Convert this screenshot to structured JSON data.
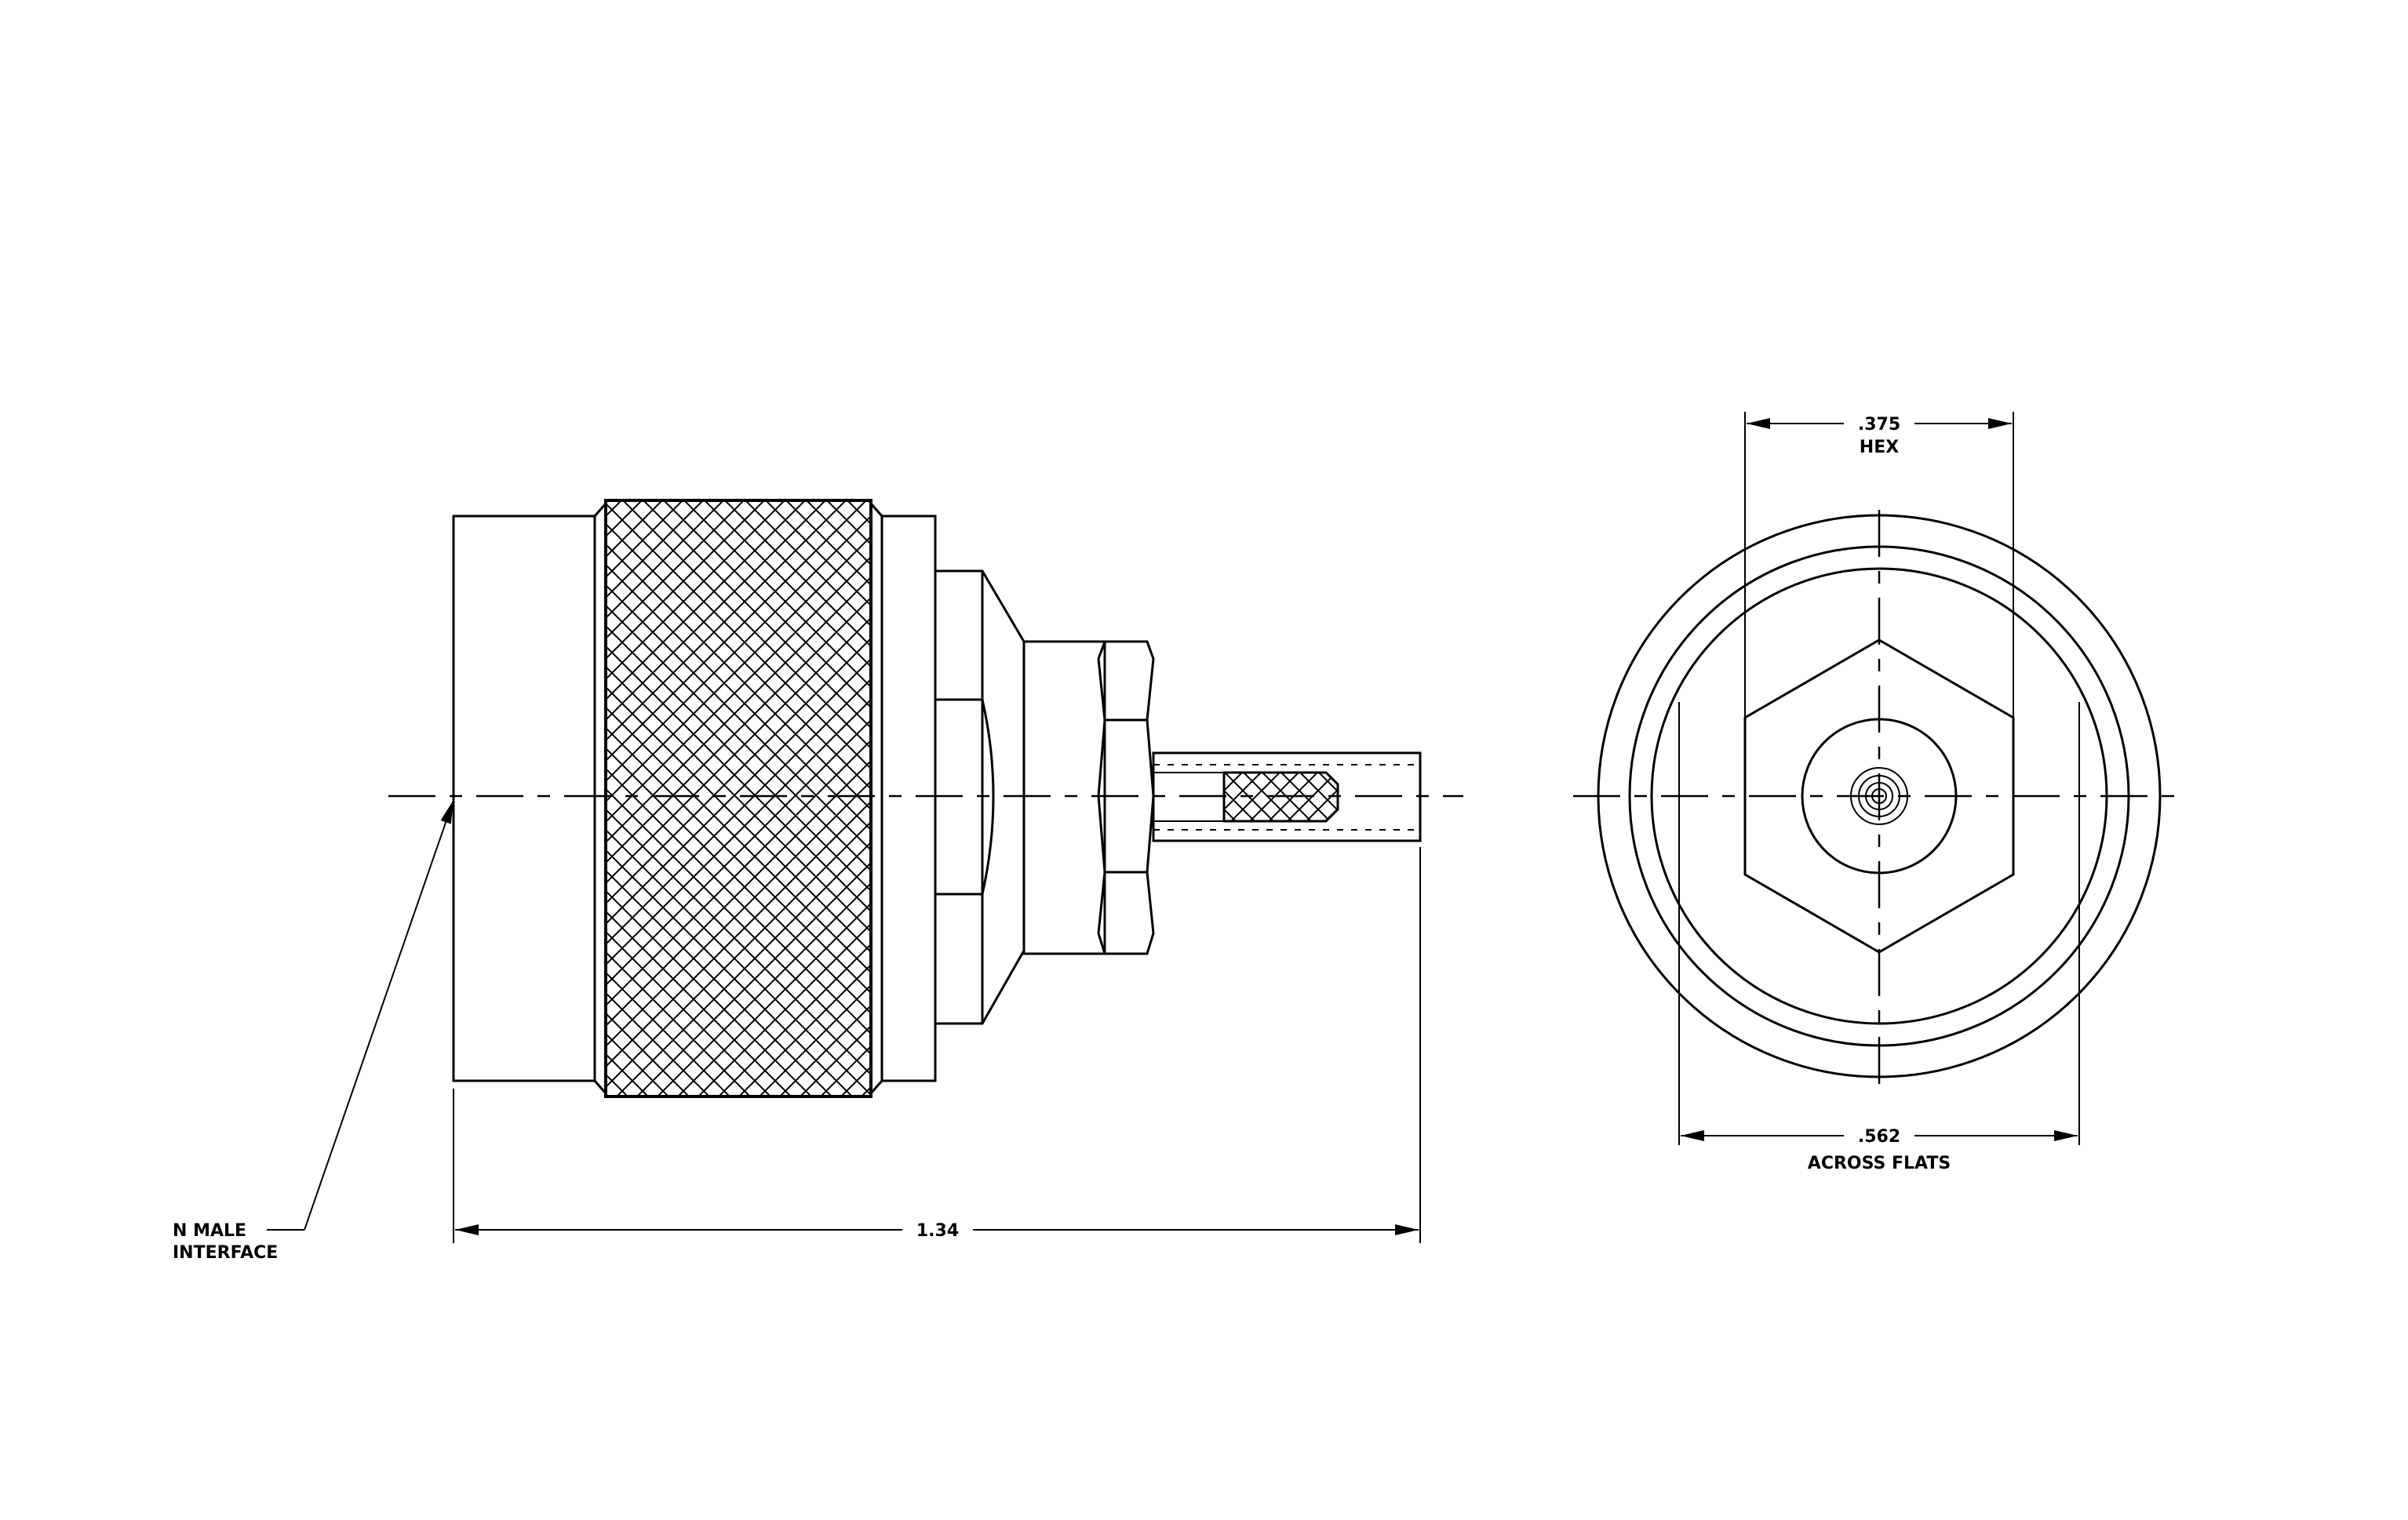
{
  "side_view": {
    "callout": {
      "line1": "N  MALE",
      "line2": "INTERFACE"
    },
    "overall_length": ".1.34"
  },
  "end_view": {
    "hex_dimension": ".375",
    "hex_label": "HEX",
    "flats_dimension": ".562",
    "flats_label": "ACROSS  FLATS"
  }
}
